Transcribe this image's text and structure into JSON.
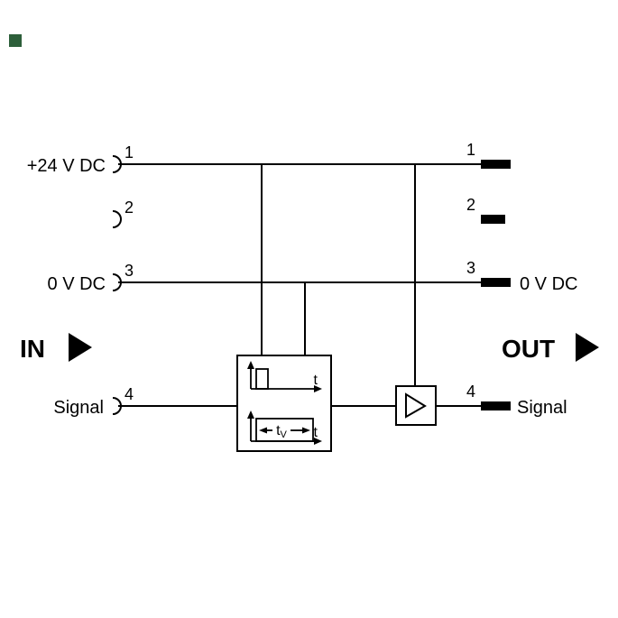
{
  "marker": {
    "color": "#2d5f3a"
  },
  "input_side": {
    "direction_label": "IN",
    "terminals": {
      "t1": {
        "number": "1",
        "label": "+24 V DC"
      },
      "t2": {
        "number": "2"
      },
      "t3": {
        "number": "3",
        "label": "0 V DC"
      },
      "t4": {
        "number": "4",
        "label": "Signal"
      }
    }
  },
  "output_side": {
    "direction_label": "OUT",
    "terminals": {
      "t1": {
        "number": "1"
      },
      "t2": {
        "number": "2"
      },
      "t3": {
        "number": "3",
        "label": "0 V DC"
      },
      "t4": {
        "number": "4",
        "label": "Signal"
      }
    }
  },
  "timer_block": {
    "top_axis_label": "t",
    "bottom_axis_label": "t",
    "delay_symbol": "t",
    "delay_subscript": "V"
  }
}
